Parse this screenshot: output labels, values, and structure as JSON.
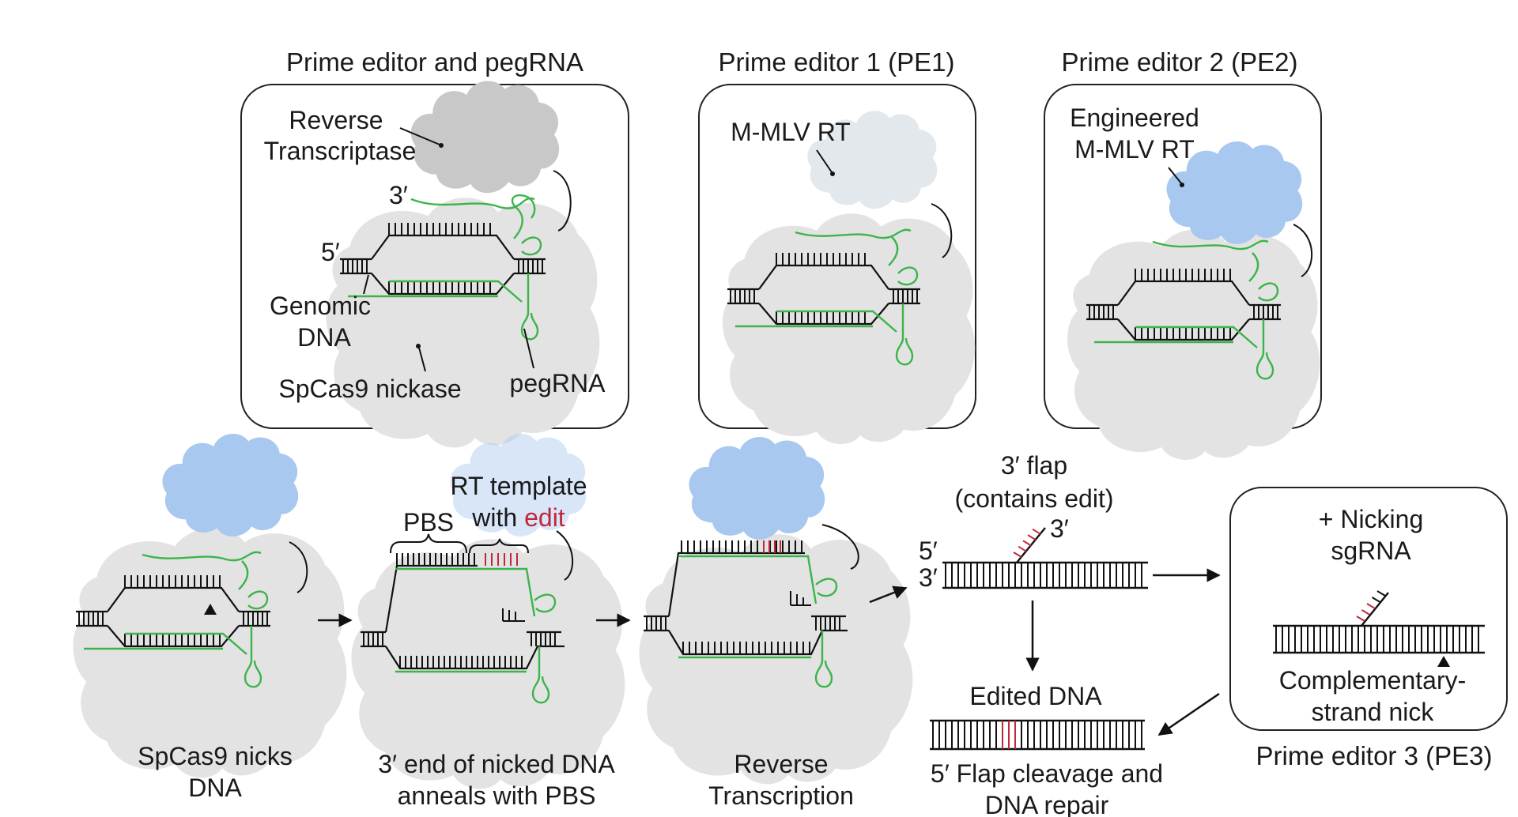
{
  "colors": {
    "rt_gray": "#c8c8c8",
    "rt_pe1": "#e2e8ec",
    "rt_blue": "#a8c8ef",
    "cas9": "#e3e3e3",
    "pegrna": "#3cb44b",
    "edit": "#c0283c",
    "ink": "#111111"
  },
  "panels": {
    "overview": {
      "title": "Prime editor and pegRNA",
      "labels": {
        "rt_line1": "Reverse",
        "rt_line2": "Transcriptase",
        "three_prime": "3′",
        "five_prime": "5′",
        "genomic_line1": "Genomic",
        "genomic_line2": "DNA",
        "cas9": "SpCas9 nickase",
        "pegrna": "pegRNA"
      }
    },
    "pe1": {
      "title": "Prime editor 1 (PE1)",
      "rt_label": "M-MLV RT"
    },
    "pe2": {
      "title": "Prime editor 2 (PE2)",
      "rt_label_line1": "Engineered",
      "rt_label_line2": "M-MLV RT"
    }
  },
  "steps": {
    "nick": {
      "caption_line1": "SpCas9 nicks",
      "caption_line2": "DNA"
    },
    "anneal": {
      "caption_line1": "3′ end of nicked DNA",
      "caption_line2": "anneals with PBS",
      "pbs": "PBS",
      "rt_template_line1": "RT template",
      "rt_template_with": "with",
      "rt_template_edit": "edit"
    },
    "rt": {
      "caption_line1": "Reverse",
      "caption_line2": "Transcription"
    },
    "flap": {
      "title_line1": "3′ flap",
      "title_line2": "(contains edit)",
      "five_prime": "5′",
      "three_prime_top": "3′",
      "three_prime_flap": "3′"
    },
    "edited": {
      "label": "Edited DNA",
      "caption_line1": "5′ Flap cleavage and",
      "caption_line2": "DNA repair"
    },
    "pe3": {
      "line1": "+ Nicking",
      "line2": "sgRNA",
      "nick_line1": "Complementary-",
      "nick_line2": "strand nick",
      "title": "Prime editor 3 (PE3)"
    }
  }
}
